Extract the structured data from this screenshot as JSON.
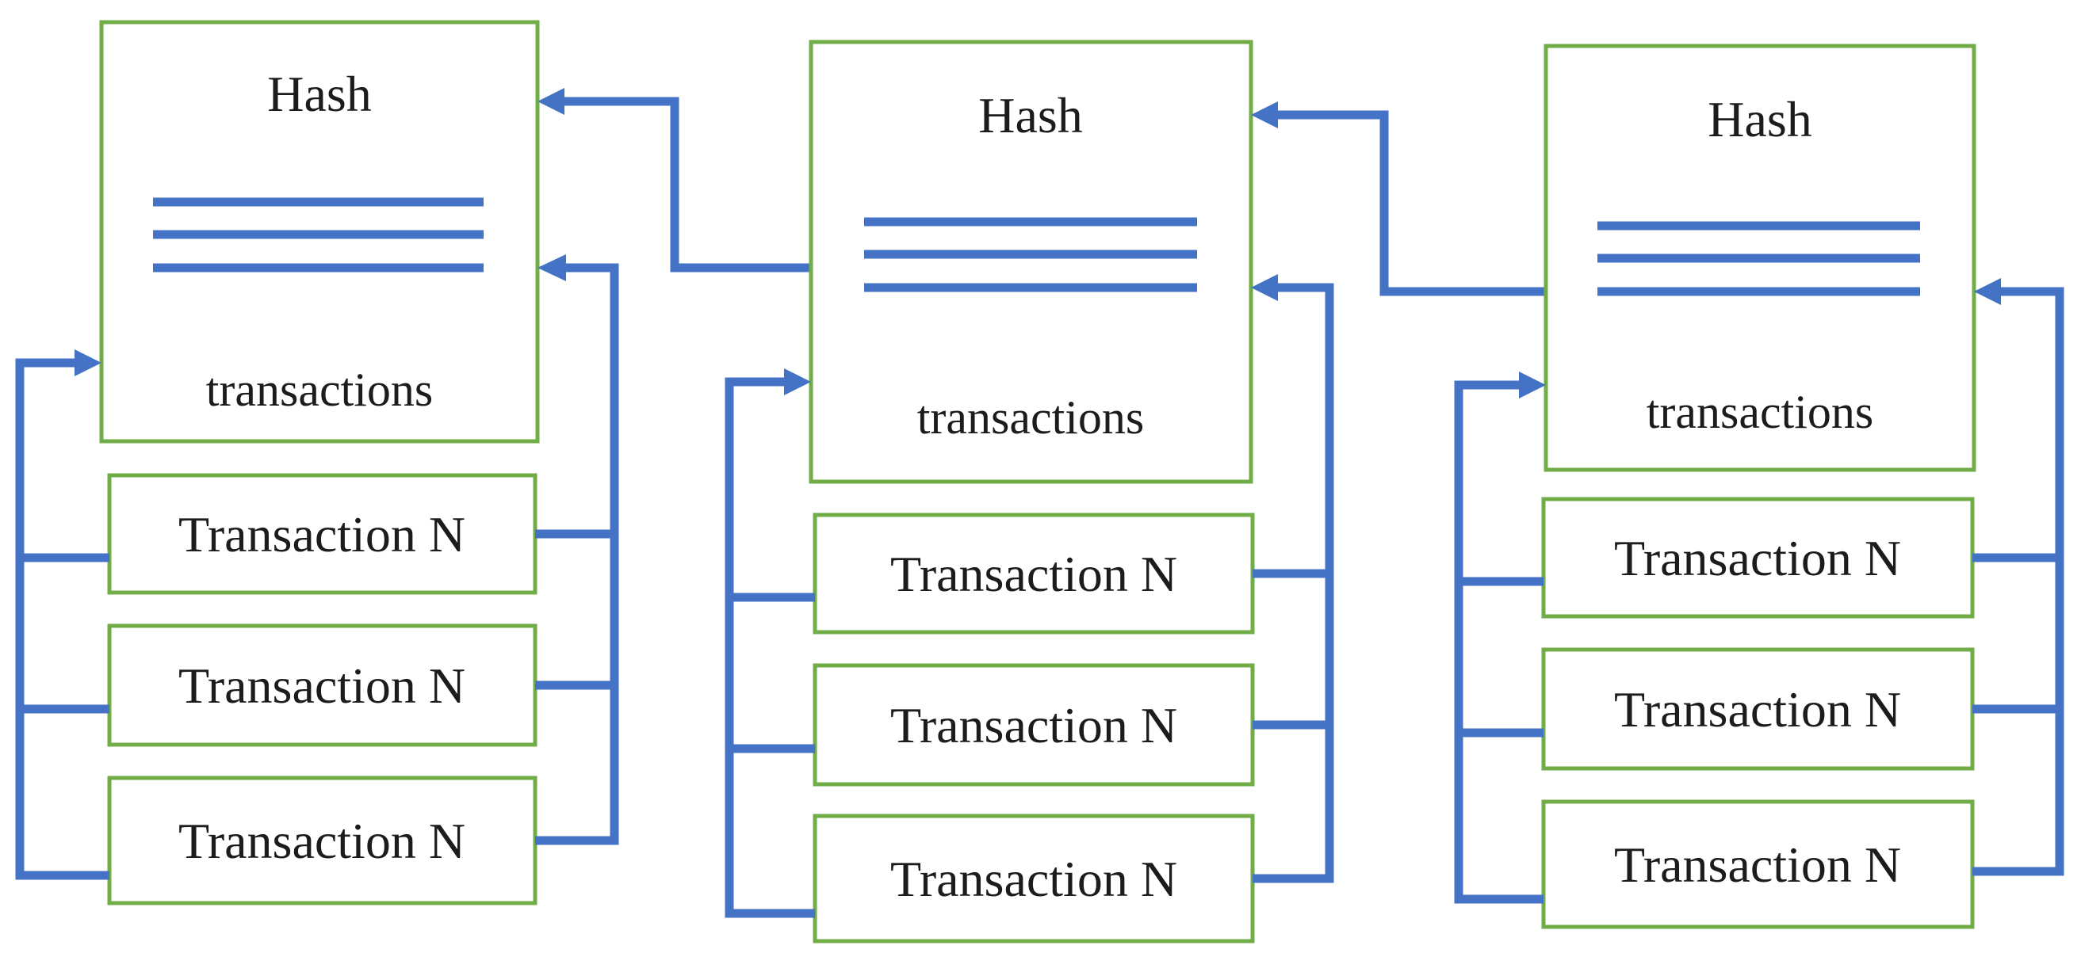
{
  "colors": {
    "connector_blue": "#4472C4",
    "box_border_green": "#70AD47",
    "text_black": "#1c1c1c",
    "background_white": "#ffffff"
  },
  "blocks": [
    {
      "id": "block-1",
      "hash_label": "Hash",
      "hash_line_count": 3,
      "transactions_label": "transactions",
      "transaction_items": [
        {
          "label": "Transaction N"
        },
        {
          "label": "Transaction N"
        },
        {
          "label": "Transaction N"
        }
      ]
    },
    {
      "id": "block-2",
      "hash_label": "Hash",
      "hash_line_count": 3,
      "transactions_label": "transactions",
      "transaction_items": [
        {
          "label": "Transaction N"
        },
        {
          "label": "Transaction N"
        },
        {
          "label": "Transaction N"
        }
      ]
    },
    {
      "id": "block-3",
      "hash_label": "Hash",
      "hash_line_count": 3,
      "transactions_label": "transactions",
      "transaction_items": [
        {
          "label": "Transaction N"
        },
        {
          "label": "Transaction N"
        },
        {
          "label": "Transaction N"
        }
      ]
    }
  ]
}
